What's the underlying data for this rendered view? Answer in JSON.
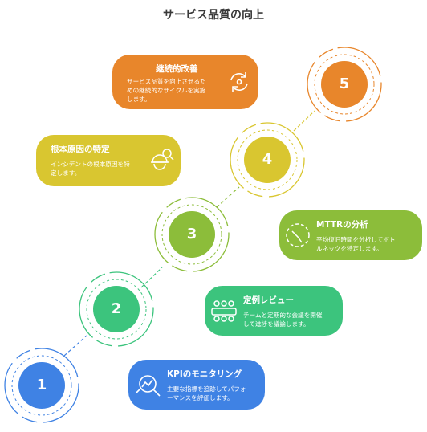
{
  "title": "サービス品質の向上",
  "colors": {
    "step1": "#3f82e4",
    "step2": "#3cc47d",
    "step3": "#8cbd3a",
    "step4": "#d9c630",
    "step5": "#e8862b"
  },
  "steps": [
    {
      "number": "1",
      "title": "KPIのモニタリング",
      "line1": "主要な指標を追跡してパフォ",
      "line2": "ーマンスを評価します。",
      "icon": "magnifier-chart-icon"
    },
    {
      "number": "2",
      "title": "定例レビュー",
      "line1": "チームと定期的な会議を開催",
      "line2": "して進捗を議論します。",
      "icon": "meeting-table-icon"
    },
    {
      "number": "3",
      "title": "MTTRの分析",
      "line1": "平均復旧時間を分析してボト",
      "line2": "ルネックを特定します。",
      "icon": "dashed-clock-icon"
    },
    {
      "number": "4",
      "title": "根本原因の特定",
      "line1": "インシデントの根本原因を特",
      "line2": "定します。",
      "icon": "worker-search-icon"
    },
    {
      "number": "5",
      "title": "継続的改善",
      "line1": "サービス品質を向上させるた",
      "line2": "めの継続的なサイクルを実施",
      "line3": "します。",
      "icon": "cycle-arrows-icon"
    }
  ]
}
